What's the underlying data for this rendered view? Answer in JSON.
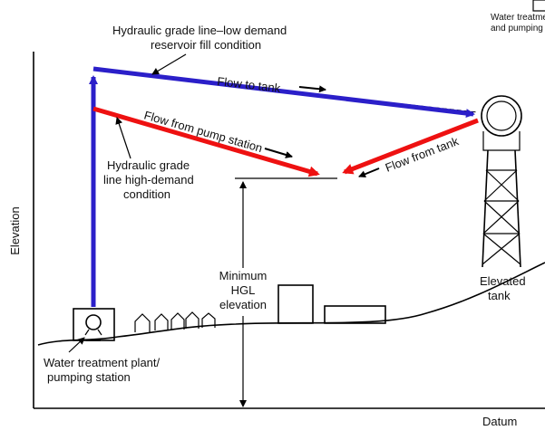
{
  "labels": {
    "hgl_low": [
      "Hydraulic grade line–low demand",
      "reservoir fill condition"
    ],
    "flow_to_tank": "Flow to tank",
    "flow_from_pump": "Flow from pump station",
    "flow_from_tank": "Flow from tank",
    "hgl_high": [
      "Hydraulic grade",
      "line high-demand",
      "condition"
    ],
    "min_hgl": [
      "Minimum",
      "HGL",
      "elevation"
    ],
    "elevated_tank": [
      "Elevated",
      "tank"
    ],
    "plant": [
      "Water treatment plant/",
      "pumping station"
    ],
    "corner_note": [
      "Water treatme",
      "and pumping s"
    ],
    "y_axis": "Elevation",
    "x_axis": "Datum"
  },
  "colors": {
    "hgl_low_line": "#2b1fc9",
    "hgl_high_line": "#ee1111",
    "ink": "#000000"
  }
}
